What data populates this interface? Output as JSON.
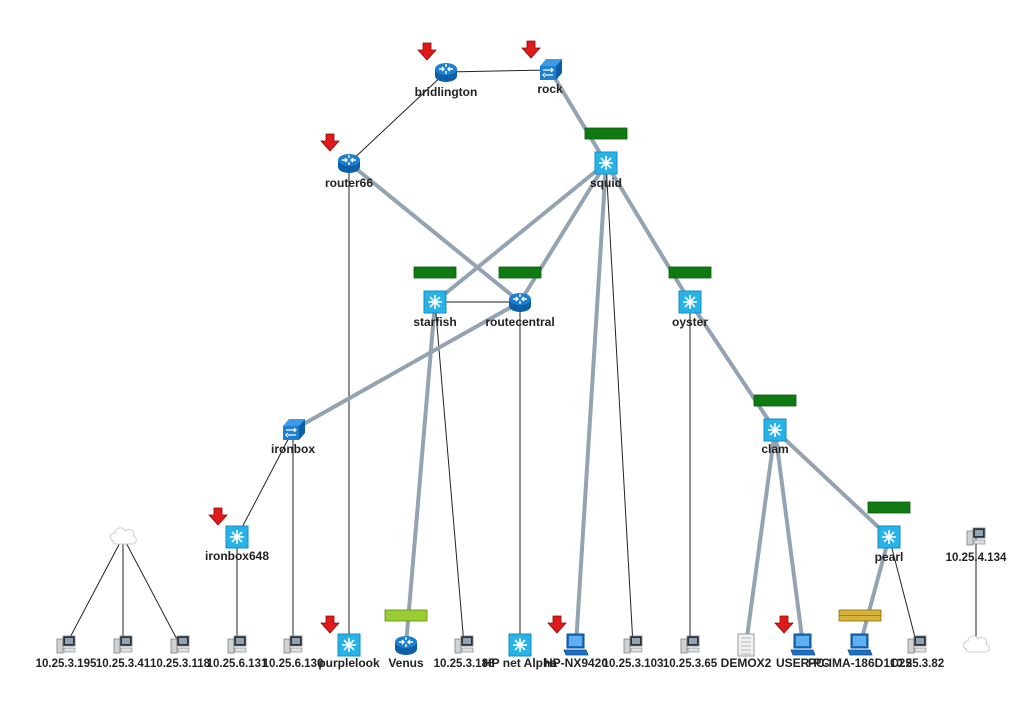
{
  "colors": {
    "background": "#ffffff",
    "thin_link": "#222222",
    "thick_link": "#94a3b2",
    "status_ok": "#0f7a12",
    "status_warn": "#d8b23a",
    "status_light": "#9acd32",
    "down_arrow": "#e01a1a",
    "router_blue": "#1d7fd0",
    "switch_cyan": "#27b3e8"
  },
  "nodes": [
    {
      "id": "bridlington",
      "label": "bridlington",
      "icon": "router-icon",
      "alert": "down-arrow-icon"
    },
    {
      "id": "rock",
      "label": "rock",
      "icon": "switch-icon",
      "alert": "down-arrow-icon"
    },
    {
      "id": "router66",
      "label": "router66",
      "icon": "router-icon",
      "alert": "down-arrow-icon"
    },
    {
      "id": "squid",
      "label": "squid",
      "icon": "l3-switch-icon",
      "status": "ok"
    },
    {
      "id": "starfish",
      "label": "starfish",
      "icon": "l3-switch-icon",
      "status": "ok"
    },
    {
      "id": "routecentral",
      "label": "routecentral",
      "icon": "router-icon",
      "status": "ok"
    },
    {
      "id": "oyster",
      "label": "oyster",
      "icon": "l3-switch-icon",
      "status": "ok"
    },
    {
      "id": "ironbox",
      "label": "ironbox",
      "icon": "switch-icon"
    },
    {
      "id": "clam",
      "label": "clam",
      "icon": "l3-switch-icon",
      "status": "ok"
    },
    {
      "id": "ironbox648",
      "label": "ironbox648",
      "icon": "l3-switch-icon",
      "alert": "down-arrow-icon"
    },
    {
      "id": "pearl",
      "label": "pearl",
      "icon": "l3-switch-icon",
      "status": "ok"
    },
    {
      "id": "cloud1",
      "label": "",
      "icon": "cloud-icon"
    },
    {
      "id": "n_10_25_4_134",
      "label": "10.25.4.134",
      "icon": "host-icon"
    },
    {
      "id": "cloud2",
      "label": "",
      "icon": "cloud-icon"
    },
    {
      "id": "n_10_25_3_195",
      "label": "10.25.3.195",
      "icon": "host-icon"
    },
    {
      "id": "n_10_25_3_41",
      "label": "10.25.3.41",
      "icon": "host-icon"
    },
    {
      "id": "n_10_25_3_118",
      "label": "10.25.3.118",
      "icon": "host-icon"
    },
    {
      "id": "n_10_25_6_131",
      "label": "10.25.6.131",
      "icon": "host-icon"
    },
    {
      "id": "n_10_25_6_130",
      "label": "10.25.6.130",
      "icon": "host-icon"
    },
    {
      "id": "purplelook",
      "label": "purplelook",
      "icon": "l3-switch-icon",
      "alert": "down-arrow-icon"
    },
    {
      "id": "venus",
      "label": "Venus",
      "icon": "router-icon",
      "status": "light"
    },
    {
      "id": "n_10_25_3_188",
      "label": "10.25.3.188",
      "icon": "host-icon"
    },
    {
      "id": "hpnet",
      "label": "HP net Alpha",
      "icon": "l3-switch-icon"
    },
    {
      "id": "hpnx",
      "label": "HP-NX9420",
      "icon": "workstation-icon",
      "alert": "down-arrow-icon"
    },
    {
      "id": "n_10_25_3_103",
      "label": "10.25.3.103",
      "icon": "host-icon"
    },
    {
      "id": "n_10_25_3_65",
      "label": "10.25.3.65",
      "icon": "host-icon"
    },
    {
      "id": "demox2",
      "label": "DEMOX2",
      "icon": "server-icon"
    },
    {
      "id": "userpc",
      "label": "USER-PC",
      "icon": "workstation-icon",
      "alert": "down-arrow-icon"
    },
    {
      "id": "pcima",
      "label": "PC-IMA-186D1C25",
      "icon": "workstation-icon",
      "status": "warn"
    },
    {
      "id": "n_10_25_3_82",
      "label": "10.25.3.82",
      "icon": "host-icon"
    }
  ],
  "links": [
    {
      "from": "bridlington",
      "to": "rock",
      "style": "thin"
    },
    {
      "from": "bridlington",
      "to": "router66",
      "style": "thin"
    },
    {
      "from": "rock",
      "to": "squid",
      "style": "thick"
    },
    {
      "from": "router66",
      "to": "routecentral",
      "style": "thick"
    },
    {
      "from": "router66",
      "to": "purplelook",
      "style": "thin"
    },
    {
      "from": "squid",
      "to": "starfish",
      "style": "thick"
    },
    {
      "from": "squid",
      "to": "routecentral",
      "style": "thick"
    },
    {
      "from": "squid",
      "to": "oyster",
      "style": "thick"
    },
    {
      "from": "squid",
      "to": "hpnx",
      "style": "thick"
    },
    {
      "from": "squid",
      "to": "n_10_25_3_103",
      "style": "thin"
    },
    {
      "from": "starfish",
      "to": "routecentral",
      "style": "thin"
    },
    {
      "from": "starfish",
      "to": "venus",
      "style": "thick"
    },
    {
      "from": "starfish",
      "to": "n_10_25_3_188",
      "style": "thin"
    },
    {
      "from": "routecentral",
      "to": "ironbox",
      "style": "thick"
    },
    {
      "from": "routecentral",
      "to": "hpnet",
      "style": "thin"
    },
    {
      "from": "oyster",
      "to": "clam",
      "style": "thick"
    },
    {
      "from": "oyster",
      "to": "n_10_25_3_65",
      "style": "thin"
    },
    {
      "from": "ironbox",
      "to": "ironbox648",
      "style": "thin"
    },
    {
      "from": "ironbox",
      "to": "n_10_25_6_130",
      "style": "thin"
    },
    {
      "from": "ironbox648",
      "to": "n_10_25_6_131",
      "style": "thin"
    },
    {
      "from": "clam",
      "to": "demox2",
      "style": "thick"
    },
    {
      "from": "clam",
      "to": "userpc",
      "style": "thick"
    },
    {
      "from": "clam",
      "to": "pearl",
      "style": "thick"
    },
    {
      "from": "pearl",
      "to": "pcima",
      "style": "thick"
    },
    {
      "from": "pearl",
      "to": "n_10_25_3_82",
      "style": "thin"
    },
    {
      "from": "cloud1",
      "to": "n_10_25_3_195",
      "style": "thin"
    },
    {
      "from": "cloud1",
      "to": "n_10_25_3_41",
      "style": "thin"
    },
    {
      "from": "cloud1",
      "to": "n_10_25_3_118",
      "style": "thin"
    },
    {
      "from": "n_10_25_4_134",
      "to": "cloud2",
      "style": "thin"
    }
  ]
}
